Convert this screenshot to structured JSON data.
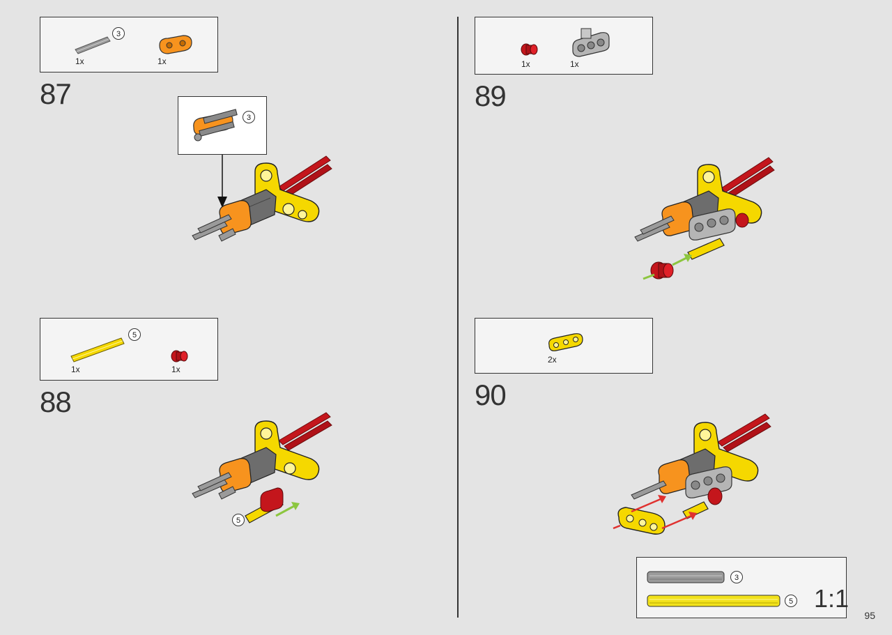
{
  "page_number": "95",
  "steps": [
    {
      "number": "87",
      "parts": [
        {
          "qty": "1x",
          "part": "grey-axle-3",
          "length": "3"
        },
        {
          "qty": "1x",
          "part": "orange-connector"
        }
      ],
      "callout": {
        "length": "3"
      }
    },
    {
      "number": "88",
      "parts": [
        {
          "qty": "1x",
          "part": "yellow-axle-5",
          "length": "5"
        },
        {
          "qty": "1x",
          "part": "red-bush"
        }
      ],
      "assembly_label": "5"
    },
    {
      "number": "89",
      "parts": [
        {
          "qty": "1x",
          "part": "red-bush"
        },
        {
          "qty": "1x",
          "part": "grey-cross-block"
        }
      ]
    },
    {
      "number": "90",
      "parts": [
        {
          "qty": "2x",
          "part": "yellow-beam-3"
        }
      ]
    }
  ],
  "scale_box": {
    "ratio": "1:1",
    "items": [
      {
        "length": "3",
        "color": "#9a9a9a"
      },
      {
        "length": "5",
        "color": "#f2e21b"
      }
    ]
  },
  "colors": {
    "yellow": "#f5d800",
    "red": "#c4161c",
    "orange": "#f7931e",
    "dark_grey": "#6d6d6d",
    "light_grey": "#b5b5b5",
    "green_arrow": "#8cc63f",
    "red_arrow": "#e0312f"
  }
}
